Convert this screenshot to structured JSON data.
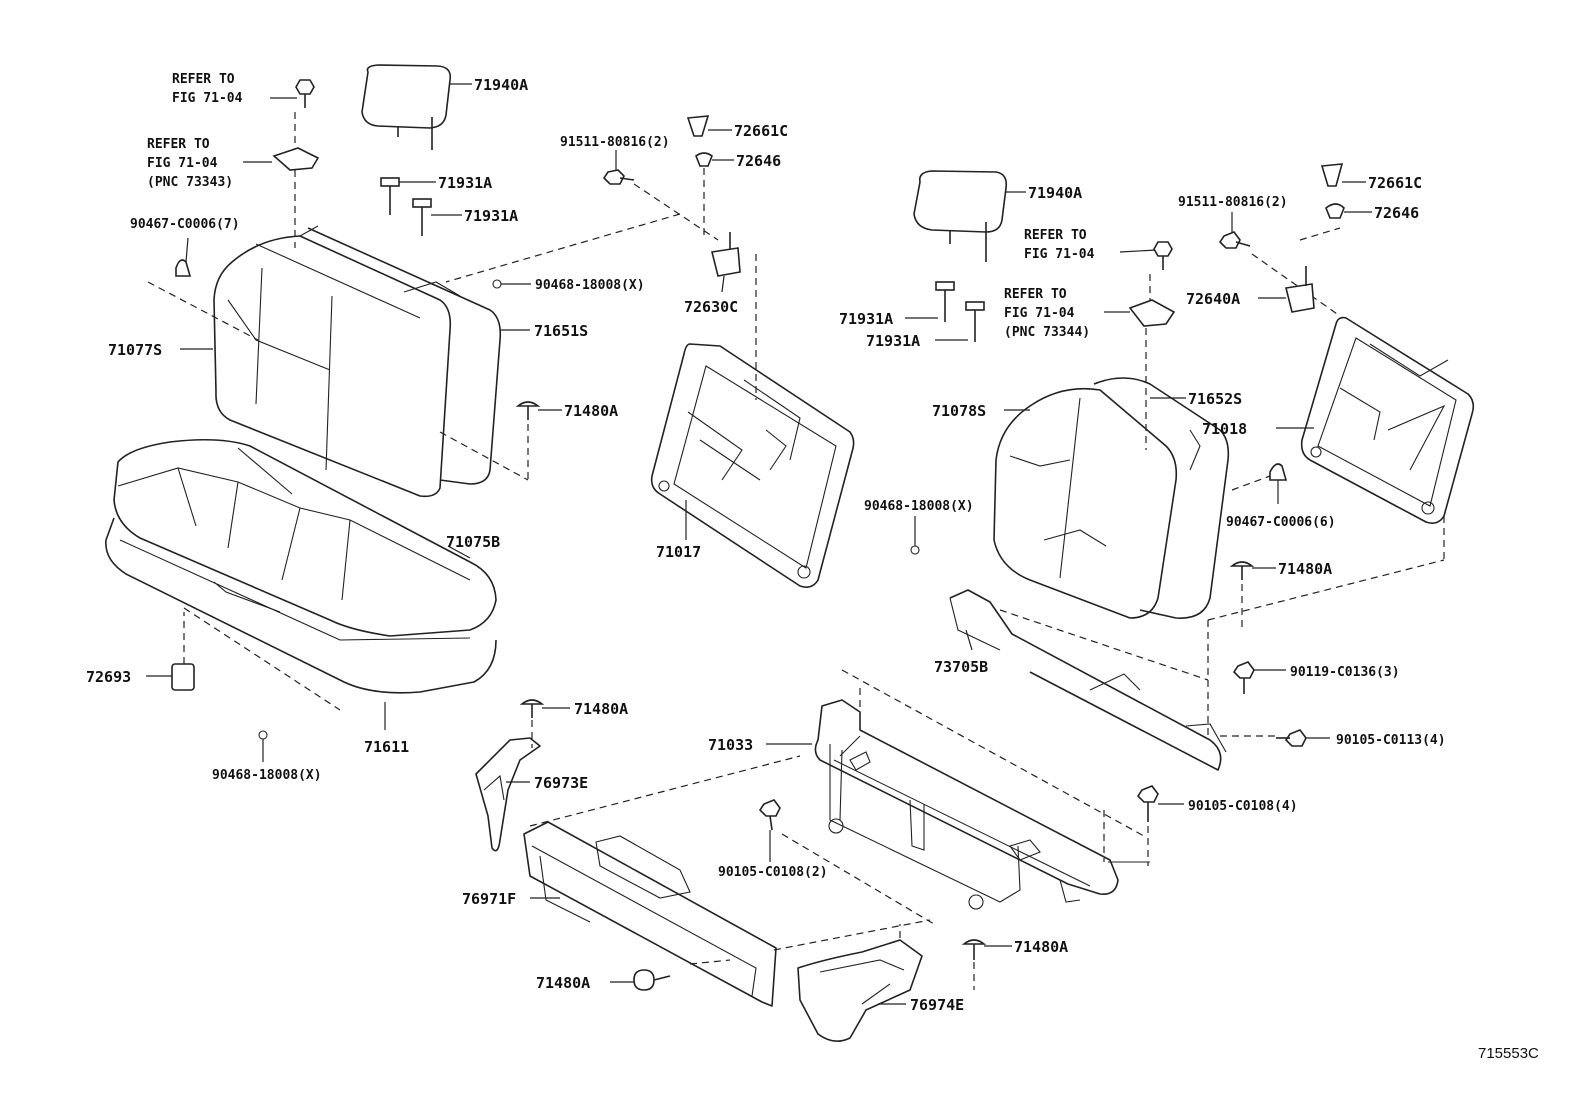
{
  "figure_id": "715553C",
  "refer_notes": {
    "r1_line1": "REFER TO",
    "r1_line2": "FIG 71-04",
    "r2_line1": "REFER TO",
    "r2_line2": "FIG 71-04",
    "r2_line3": "(PNC 73343)",
    "r3_line1": "REFER TO",
    "r3_line2": "FIG 71-04",
    "r4_line1": "REFER TO",
    "r4_line2": "FIG 71-04",
    "r4_line3": "(PNC 73344)"
  },
  "labels": {
    "headrest_left": "71940A",
    "headrest_right": "71940A",
    "guide_l1": "71931A",
    "guide_l2": "71931A",
    "guide_r1": "71931A",
    "guide_r2": "71931A",
    "clip_l": "90467-C0006(7)",
    "clip_r": "90467-C0006(6)",
    "cover_back_l": "71077S",
    "cover_back_r": "71078S",
    "pad_back_l": "71651S",
    "pad_back_r": "71652S",
    "hog_ring_top": "90468-18008(X)",
    "hog_ring_mid": "90468-18008(X)",
    "hog_ring_bot": "90468-18008(X)",
    "push_l": "71480A",
    "push_r": "71480A",
    "push_under": "71480A",
    "push_low": "71480A",
    "push_bottom": "71480A",
    "cushion_cover": "71075B",
    "cushion_pad": "71611",
    "hook": "72693",
    "bolt_l": "91511-80816(2)",
    "bolt_r": "91511-80816(2)",
    "knob_l": "72661C",
    "knob_r": "72661C",
    "bezel_l": "72646",
    "bezel_r": "72646",
    "lock_l": "72630C",
    "lock_r": "72640A",
    "frame_l": "71017",
    "frame_r": "71018",
    "hinge": "73705B",
    "cushion_frame": "71033",
    "board_l": "76973E",
    "board_bottom": "76971F",
    "board_r": "76974E",
    "bolt_136": "90119-C0136(3)",
    "bolt_113": "90105-C0113(4)",
    "bolt_108_4": "90105-C0108(4)",
    "bolt_108_2": "90105-C0108(2)"
  }
}
